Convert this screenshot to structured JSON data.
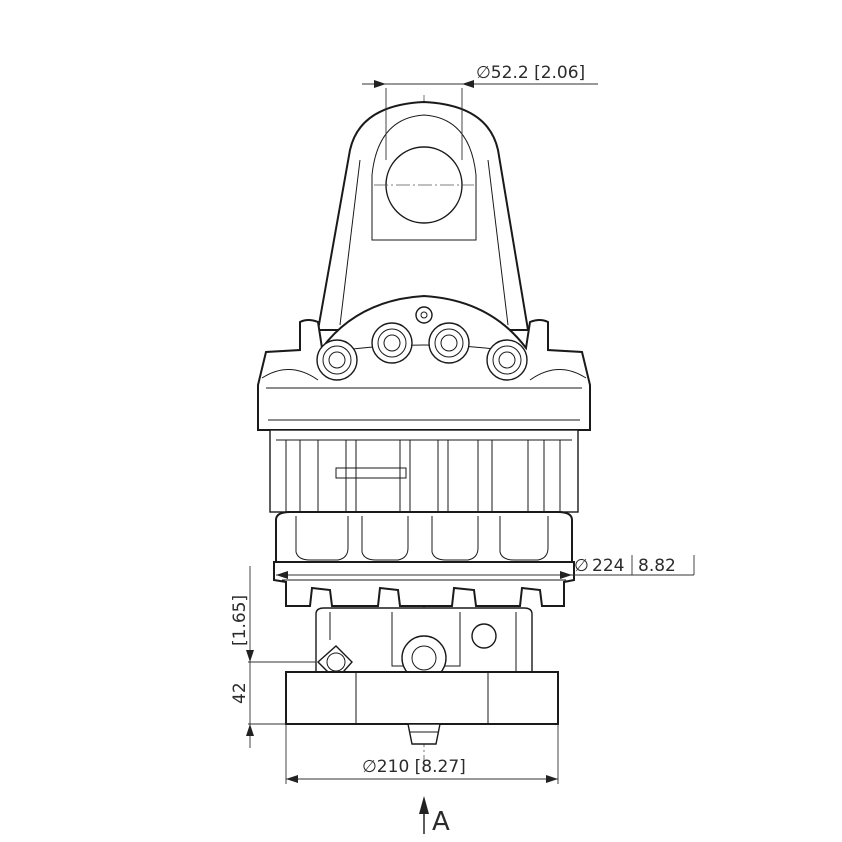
{
  "dimensions": {
    "pin_bore": "∅52.2 [2.06]",
    "housing_diameter_value": "224",
    "housing_diameter_inch": "8.82",
    "housing_diameter_symbol": "∅",
    "base_diameter": "∅210 [8.27]",
    "base_height_mm": "42",
    "base_height_inch": "[1.65]"
  },
  "view_label": "A"
}
